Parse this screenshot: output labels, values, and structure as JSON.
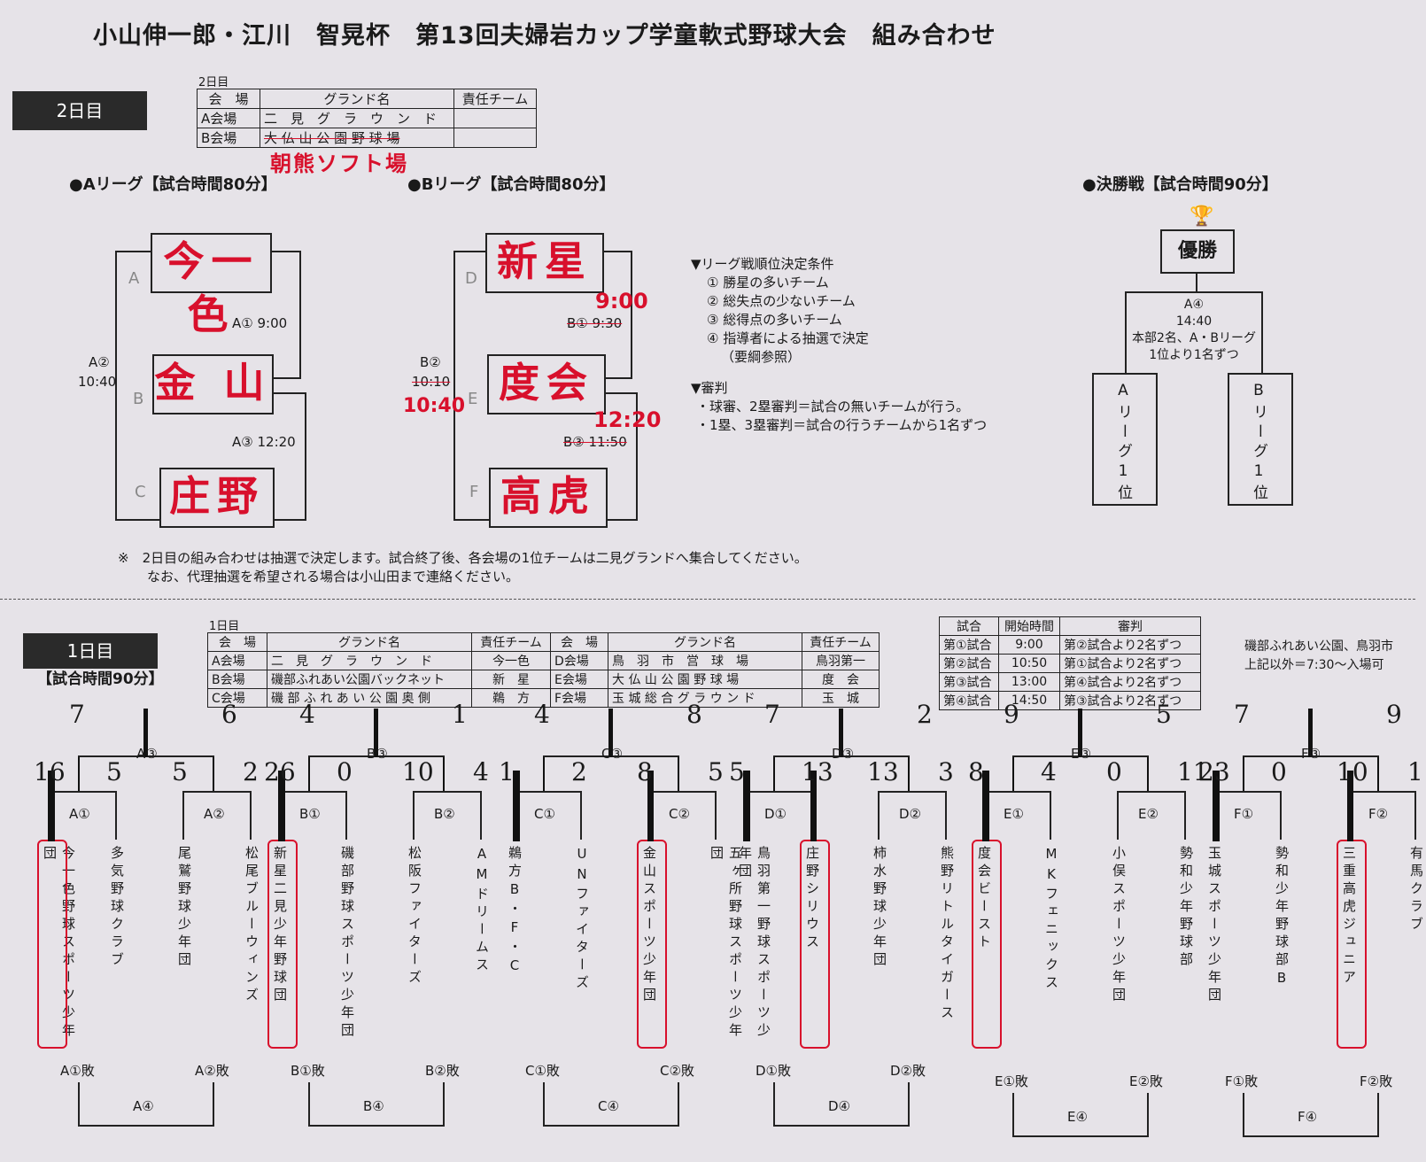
{
  "title": "小山伸一郎・江川　智晃杯　第13回夫婦岩カップ学童軟式野球大会　組み合わせ",
  "day2": {
    "badge": "2日目",
    "table_caption": "2日目",
    "table_head": [
      "会　場",
      "グランド名",
      "責任チーム"
    ],
    "table_rows": [
      [
        "A会場",
        "二　見　グ　ラ　ウ　ン　ド",
        ""
      ],
      [
        "B会場",
        "大 仏 山 公 園 野 球 場",
        ""
      ]
    ],
    "handwritten_venue": "朝熊ソフト場",
    "a_league": {
      "heading": "●Aリーグ【試合時間80分】",
      "teams": [
        "今一色",
        "金 山",
        "庄野"
      ],
      "letters": [
        "A",
        "B",
        "C"
      ],
      "match1": "A① 9:00",
      "match2_label": "A②",
      "match2_time": "10:40",
      "match3": "A③ 12:20"
    },
    "b_league": {
      "heading": "●Bリーグ【試合時間80分】",
      "teams": [
        "新星",
        "度会",
        "高虎"
      ],
      "letters": [
        "D",
        "E",
        "F"
      ],
      "match1": "B① 9:30",
      "match1_hand": "9:00",
      "match2_label": "B②",
      "match2_time": "10:10",
      "match2_hand": "10:40",
      "match3": "B③ 11:50",
      "match3_hand": "12:20"
    },
    "rules": {
      "heading": "▼リーグ戦順位決定条件",
      "items": [
        "① 勝星の多いチーム",
        "② 総失点の少ないチーム",
        "③ 総得点の多いチーム",
        "④ 指導者による抽選で決定"
      ],
      "ref": "（要綱参照）",
      "umpire_heading": "▼審判",
      "umpire_items": [
        "・球審、2塁審判＝試合の無いチームが行う。",
        "・1塁、3塁審判＝試合の行うチームから1名ずつ"
      ]
    },
    "final": {
      "heading": "●決勝戦【試合時間90分】",
      "winner": "優勝",
      "match": "A④",
      "time": "14:40",
      "note1": "本部2名、A・Bリーグ",
      "note2": "1位より1名ずつ",
      "left": "Aリーグ1位",
      "right": "Bリーグ1位"
    },
    "footnote1": "※　2日目の組み合わせは抽選で決定します。試合終了後、各会場の1位チームは二見グランドへ集合してください。",
    "footnote2": "なお、代理抽選を希望される場合は小山田まで連絡ください。"
  },
  "day1": {
    "badge": "1日目",
    "subtitle": "【試合時間90分】",
    "table_caption": "1日目",
    "table_head": [
      "会　場",
      "グランド名",
      "責任チーム",
      "会　場",
      "グランド名",
      "責任チーム"
    ],
    "table_rows": [
      [
        "A会場",
        "二　見　グ　ラ　ウ　ン　ド",
        "今一色",
        "D会場",
        "鳥　羽　市　営　球　場",
        "鳥羽第一"
      ],
      [
        "B会場",
        "磯部ふれあい公園バックネット",
        "新　星",
        "E会場",
        "大 仏 山 公 園 野 球 場",
        "度　会"
      ],
      [
        "C会場",
        "磯 部 ふ れ あ い 公 園 奥 側",
        "鵜　方",
        "F会場",
        "玉 城 総 合 グ ラ ウ ン ド",
        "玉　城"
      ]
    ],
    "schedule_head": [
      "試合",
      "開始時間",
      "審判"
    ],
    "schedule_rows": [
      [
        "第①試合",
        "9:00",
        "第②試合より2名ずつ"
      ],
      [
        "第②試合",
        "10:50",
        "第①試合より2名ずつ"
      ],
      [
        "第③試合",
        "13:00",
        "第④試合より2名ずつ"
      ],
      [
        "第④試合",
        "14:50",
        "第③試合より2名ずつ"
      ]
    ],
    "side_note1": "磯部ふれあい公園、鳥羽市",
    "side_note2": "上記以外＝7:30～入場可",
    "blocks": [
      {
        "id": "A",
        "m1": "A①",
        "m2": "A②",
        "m3": "A③",
        "m4": "A④",
        "l1": "A①敗",
        "l2": "A②敗",
        "teams": [
          "今一色野球スポーツ少年団",
          "多気野球クラブ",
          "尾鷲野球少年団",
          "松尾ブルーウィンズ"
        ],
        "s1": [
          "16",
          "5"
        ],
        "s2": [
          "5",
          "2"
        ],
        "s3": [
          "7",
          "6"
        ]
      },
      {
        "id": "B",
        "m1": "B①",
        "m2": "B②",
        "m3": "B③",
        "m4": "B④",
        "l1": "B①敗",
        "l2": "B②敗",
        "teams": [
          "新星二見少年野球団",
          "磯部野球スポーツ少年団",
          "松阪ファイターズ",
          "AMドリームス"
        ],
        "s1": [
          "26",
          "0"
        ],
        "s2": [
          "10",
          "4"
        ],
        "s3": [
          "4",
          "1"
        ]
      },
      {
        "id": "C",
        "m1": "C①",
        "m2": "C②",
        "m3": "C③",
        "m4": "C④",
        "l1": "C①敗",
        "l2": "C②敗",
        "teams": [
          "鵜方B・F・C",
          "UNファイターズ",
          "金山スポーツ少年団",
          "五ヶ所野球スポーツ少年団"
        ],
        "s1": [
          "1",
          "2"
        ],
        "s2": [
          "8",
          "5"
        ],
        "s3": [
          "4",
          "8"
        ]
      },
      {
        "id": "D",
        "m1": "D①",
        "m2": "D②",
        "m3": "D③",
        "m4": "D④",
        "l1": "D①敗",
        "l2": "D②敗",
        "teams": [
          "鳥羽第一野球スポーツ少年団",
          "庄野シリウス",
          "柿水野球少年団",
          "熊野リトルタイガース"
        ],
        "s1": [
          "5",
          "13"
        ],
        "s2": [
          "13",
          "3"
        ],
        "s3": [
          "7",
          "2"
        ]
      },
      {
        "id": "E",
        "m1": "E①",
        "m2": "E②",
        "m3": "E③",
        "m4": "E④",
        "l1": "E①敗",
        "l2": "E②敗",
        "teams": [
          "度会ビースト",
          "MKフェニックス",
          "小俣スポーツ少年団",
          "勢和少年野球部"
        ],
        "s1": [
          "8",
          "4"
        ],
        "s2": [
          "0",
          "11"
        ],
        "s3": [
          "9",
          "5"
        ]
      },
      {
        "id": "F",
        "m1": "F①",
        "m2": "F②",
        "m3": "F③",
        "m4": "F④",
        "l1": "F①敗",
        "l2": "F②敗",
        "teams": [
          "玉城スポーツ少年団",
          "勢和少年野球部B",
          "三重高虎ジュニア",
          "有馬クラブ"
        ],
        "s1": [
          "23",
          "0"
        ],
        "s2": [
          "10",
          "1"
        ],
        "s3": [
          "7",
          "9"
        ]
      }
    ]
  }
}
